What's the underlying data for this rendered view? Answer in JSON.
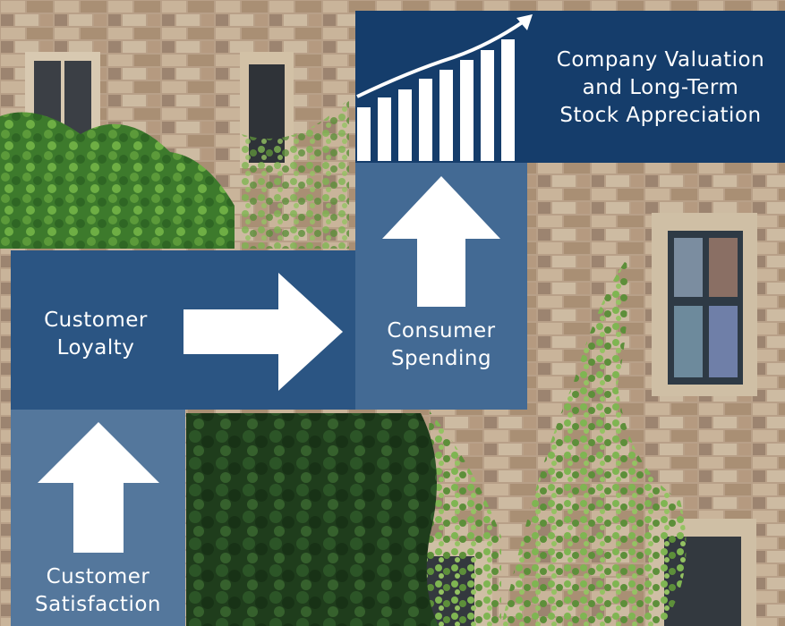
{
  "diagram": {
    "nodes": [
      {
        "id": "satisfaction",
        "label": "Customer\nSatisfaction"
      },
      {
        "id": "loyalty",
        "label": "Customer\nLoyalty"
      },
      {
        "id": "spending",
        "label": "Consumer\nSpending"
      },
      {
        "id": "valuation",
        "label": "Company Valuation\nand Long-Term\nStock Appreciation"
      }
    ],
    "edges": [
      {
        "from": "satisfaction",
        "to": "loyalty"
      },
      {
        "from": "loyalty",
        "to": "spending"
      },
      {
        "from": "spending",
        "to": "valuation"
      }
    ],
    "colors": {
      "dark_navy": "#153d6b",
      "mid_blue": "#2b5583",
      "steel_blue": "#436a94",
      "slate_blue": "#54779c",
      "arrow": "#ffffff"
    },
    "icons": [
      "growth-bar-chart-icon",
      "up-arrow-icon",
      "right-arrow-icon"
    ]
  }
}
